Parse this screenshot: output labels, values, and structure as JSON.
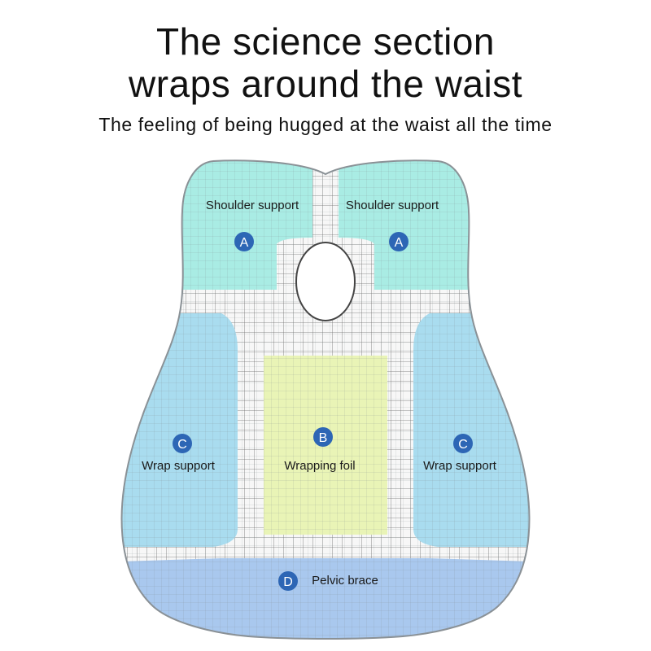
{
  "heading": {
    "line1": "The science section",
    "line2": "wraps around the waist",
    "subtitle": "The feeling of being hugged at the waist all the time"
  },
  "zones": [
    {
      "id": "shoulder-left",
      "letter": "A",
      "label": "Shoulder support"
    },
    {
      "id": "shoulder-right",
      "letter": "A",
      "label": "Shoulder support"
    },
    {
      "id": "center",
      "letter": "B",
      "label": "Wrapping foil"
    },
    {
      "id": "wrap-left",
      "letter": "C",
      "label": "Wrap support"
    },
    {
      "id": "wrap-right",
      "letter": "C",
      "label": "Wrap support"
    },
    {
      "id": "pelvic",
      "letter": "D",
      "label": "Pelvic brace"
    }
  ],
  "colors": {
    "shoulder": "#a9ece4",
    "wrap": "#a9dcef",
    "center": "#e9f4b6",
    "pelvic": "#a9c8ee",
    "white_band": "#f7f7f7",
    "badge": "#2d66b5",
    "grid": "#7a8488"
  }
}
